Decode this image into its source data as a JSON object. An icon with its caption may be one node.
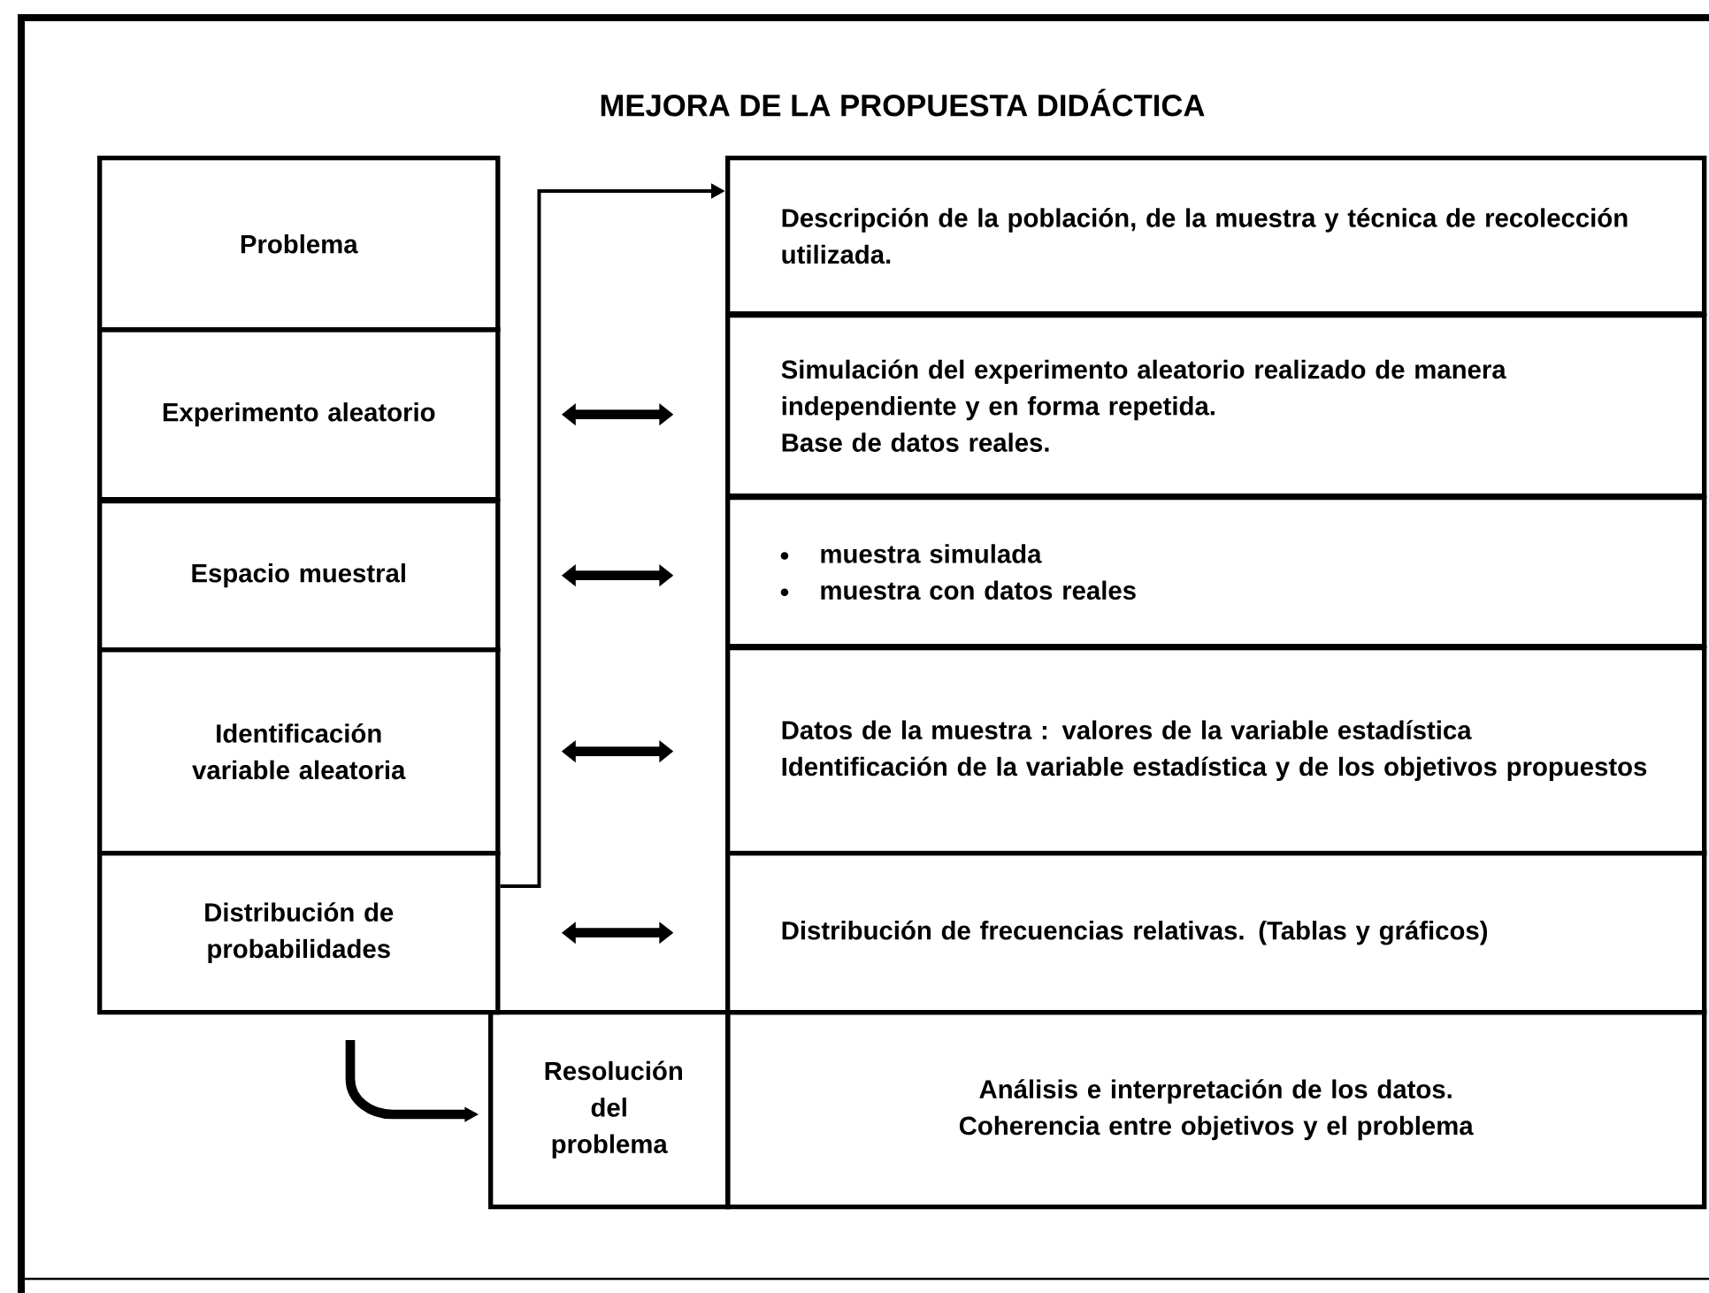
{
  "diagram": {
    "title": "MEJORA DE LA PROPUESTA DIDÁCTICA",
    "nodes": [
      {
        "text": [
          "Problema"
        ]
      },
      {
        "text": [
          "Descripción de la población, de la muestra y técnica de recolección utilizada."
        ]
      },
      {
        "text": [
          "Experimento aleatorio"
        ]
      },
      {
        "text": [
          "Simulación del experimento aleatorio realizado de manera independiente y en forma repetida.",
          "Base de datos reales."
        ]
      },
      {
        "text": [
          "Espacio muestral"
        ]
      },
      {
        "text": [
          "muestra simulada",
          "muestra con datos reales"
        ]
      },
      {
        "text": [
          "Identificación variable aleatoria"
        ]
      },
      {
        "text": [
          "Datos de la muestra : valores de la variable estadística",
          "Identificación de la variable estadística y de los objetivos propuestos"
        ]
      },
      {
        "text": [
          "Distribución de probabilidades"
        ]
      },
      {
        "text": [
          "Distribución de frecuencias relativas. (Tablas y gráficos)"
        ]
      },
      {
        "text": [
          "Resolución del problema"
        ]
      },
      {
        "text": [
          "Análisis e interpretación de los datos. Coherencia entre objetivos y el problema"
        ]
      }
    ],
    "edges": [
      {
        "from": 8,
        "to": 1,
        "arrow": "to"
      },
      {
        "from": 2,
        "to": 3,
        "arrow": "both"
      },
      {
        "from": 4,
        "to": 5,
        "arrow": "both"
      },
      {
        "from": 6,
        "to": 7,
        "arrow": "both"
      },
      {
        "from": 8,
        "to": 9,
        "arrow": "both"
      },
      {
        "from": null,
        "to": 10,
        "arrow": "to"
      }
    ]
  }
}
